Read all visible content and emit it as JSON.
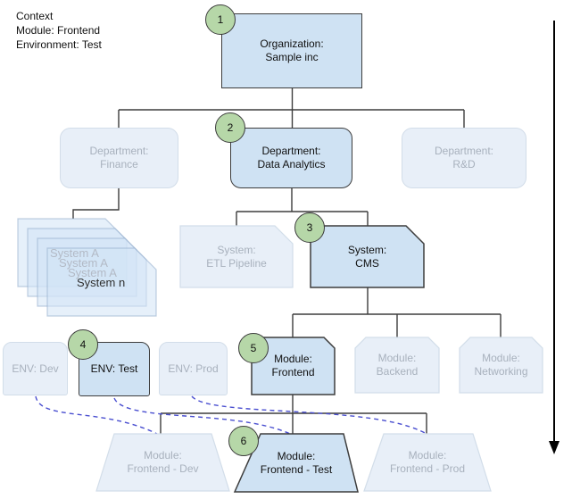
{
  "context": {
    "lines": [
      "Context",
      "Module: Frontend",
      "Environment: Test"
    ]
  },
  "nodes": {
    "org": {
      "badge": "1",
      "line1": "Organization:",
      "line2": "Sample inc"
    },
    "dept_finance": {
      "line1": "Department:",
      "line2": "Finance"
    },
    "dept_analytics": {
      "badge": "2",
      "line1": "Department:",
      "line2": "Data Analytics"
    },
    "dept_rnd": {
      "line1": "Department:",
      "line2": "R&D"
    },
    "system_etl": {
      "line1": "System:",
      "line2": "ETL Pipeline"
    },
    "system_cms": {
      "badge": "3",
      "line1": "System:",
      "line2": "CMS"
    },
    "env_dev": {
      "line1": "ENV: Dev"
    },
    "env_test": {
      "badge": "4",
      "line1": "ENV: Test"
    },
    "env_prod": {
      "line1": "ENV: Prod"
    },
    "module_frontend": {
      "badge": "5",
      "line1": "Module:",
      "line2": "Frontend"
    },
    "module_backend": {
      "line1": "Module:",
      "line2": "Backend"
    },
    "module_networking": {
      "line1": "Module:",
      "line2": "Networking"
    },
    "trap_dev": {
      "line1": "Module:",
      "line2": "Frontend - Dev"
    },
    "trap_test": {
      "badge": "6",
      "line1": "Module:",
      "line2": "Frontend - Test"
    },
    "trap_prod": {
      "line1": "Module:",
      "line2": "Frontend - Prod"
    }
  },
  "stack": {
    "items": [
      "System A",
      "System A",
      "System A",
      "System n"
    ]
  },
  "icons": {
    "flow_arrow_icon": "down-arrow"
  },
  "colors": {
    "active-fill": "#cfe2f3",
    "active-border": "#3d3d3d",
    "faded-fill": "#e8eff8",
    "faded-border": "#d2dde9",
    "faded-text": "#a8b1bd",
    "badge-fill": "#b6d7a8",
    "dashed-line": "#4a4fd0",
    "connector": "#3d3d3d",
    "arrow": "#000000"
  }
}
